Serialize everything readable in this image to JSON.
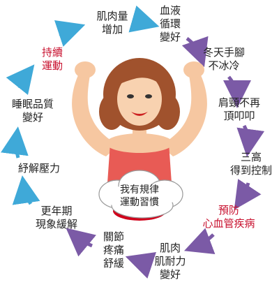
{
  "center_text": "我有規律\n運動習慣",
  "cycle_items": [
    {
      "text": "肌肉量\n增加",
      "highlight": false
    },
    {
      "text": "血液\n循環\n變好",
      "highlight": false
    },
    {
      "text": "冬天手腳\n不冰冷",
      "highlight": false
    },
    {
      "text": "肩頸不再\n頂叩叩",
      "highlight": false
    },
    {
      "text": "三高\n得到控制",
      "highlight": false
    },
    {
      "text": "預防\n心血管疾病",
      "highlight": true
    },
    {
      "text": "肌肉\n肌耐力\n變好",
      "highlight": false
    },
    {
      "text": "關節\n疼痛\n舒緩",
      "highlight": false
    },
    {
      "text": "更年期\n現象緩解",
      "highlight": false
    },
    {
      "text": "紓解壓力",
      "highlight": false
    },
    {
      "text": "睡眠品質\n變好",
      "highlight": false
    },
    {
      "text": "持續\n運動",
      "highlight": true
    }
  ],
  "colors": {
    "arrow_blue": "#3fa9d8",
    "arrow_purple": "#7b5aa6",
    "highlight_red": "#c8102e",
    "hair": "#a0522d",
    "skin": "#f6c7a1",
    "top": "#e85b55"
  }
}
